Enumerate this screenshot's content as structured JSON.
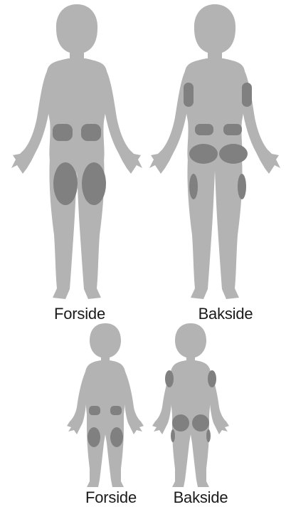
{
  "colors": {
    "body": "#b3b3b3",
    "zone": "#808080",
    "label": "#1a1a1a",
    "background": "#ffffff"
  },
  "adult": {
    "front_label": "Forside",
    "back_label": "Bakside"
  },
  "child": {
    "front_label": "Forside",
    "back_label": "Bakside"
  }
}
